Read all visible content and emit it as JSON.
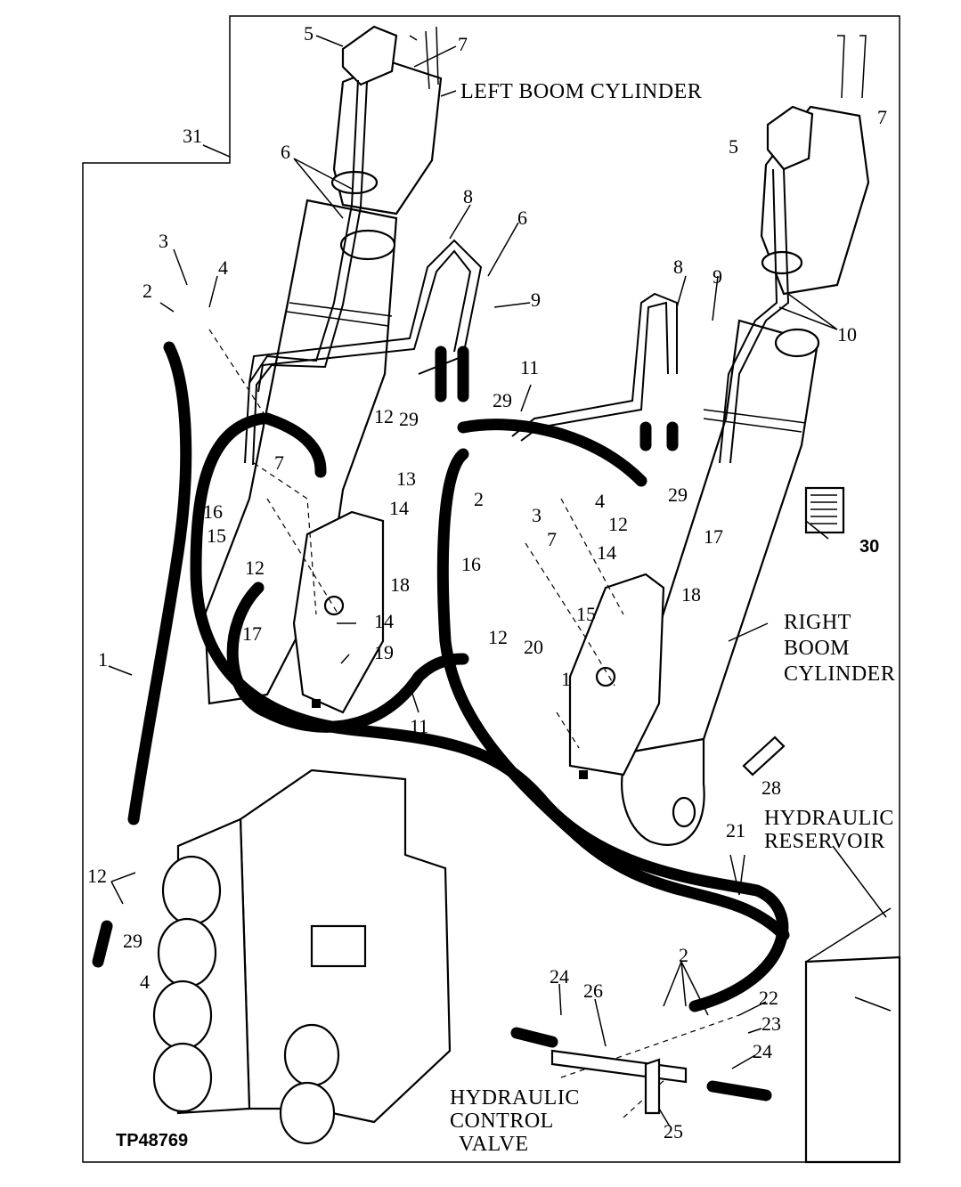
{
  "figure": {
    "reference": "TP48769",
    "labels": {
      "left_boom_cylinder": "LEFT BOOM CYLINDER",
      "right_boom_cylinder_1": "RIGHT",
      "right_boom_cylinder_2": "BOOM",
      "right_boom_cylinder_3": "CYLINDER",
      "hydraulic_reservoir_1": "HYDRAULIC",
      "hydraulic_reservoir_2": "RESERVOIR",
      "hydraulic_control_valve_1": "HYDRAULIC",
      "hydraulic_control_valve_2": "CONTROL",
      "hydraulic_control_valve_3": "VALVE"
    },
    "callouts": [
      "1",
      "2",
      "3",
      "4",
      "5",
      "6",
      "7",
      "8",
      "9",
      "10",
      "11",
      "12",
      "13",
      "14",
      "15",
      "16",
      "17",
      "18",
      "19",
      "20",
      "21",
      "22",
      "23",
      "24",
      "25",
      "26",
      "28",
      "29",
      "30",
      "31"
    ]
  }
}
